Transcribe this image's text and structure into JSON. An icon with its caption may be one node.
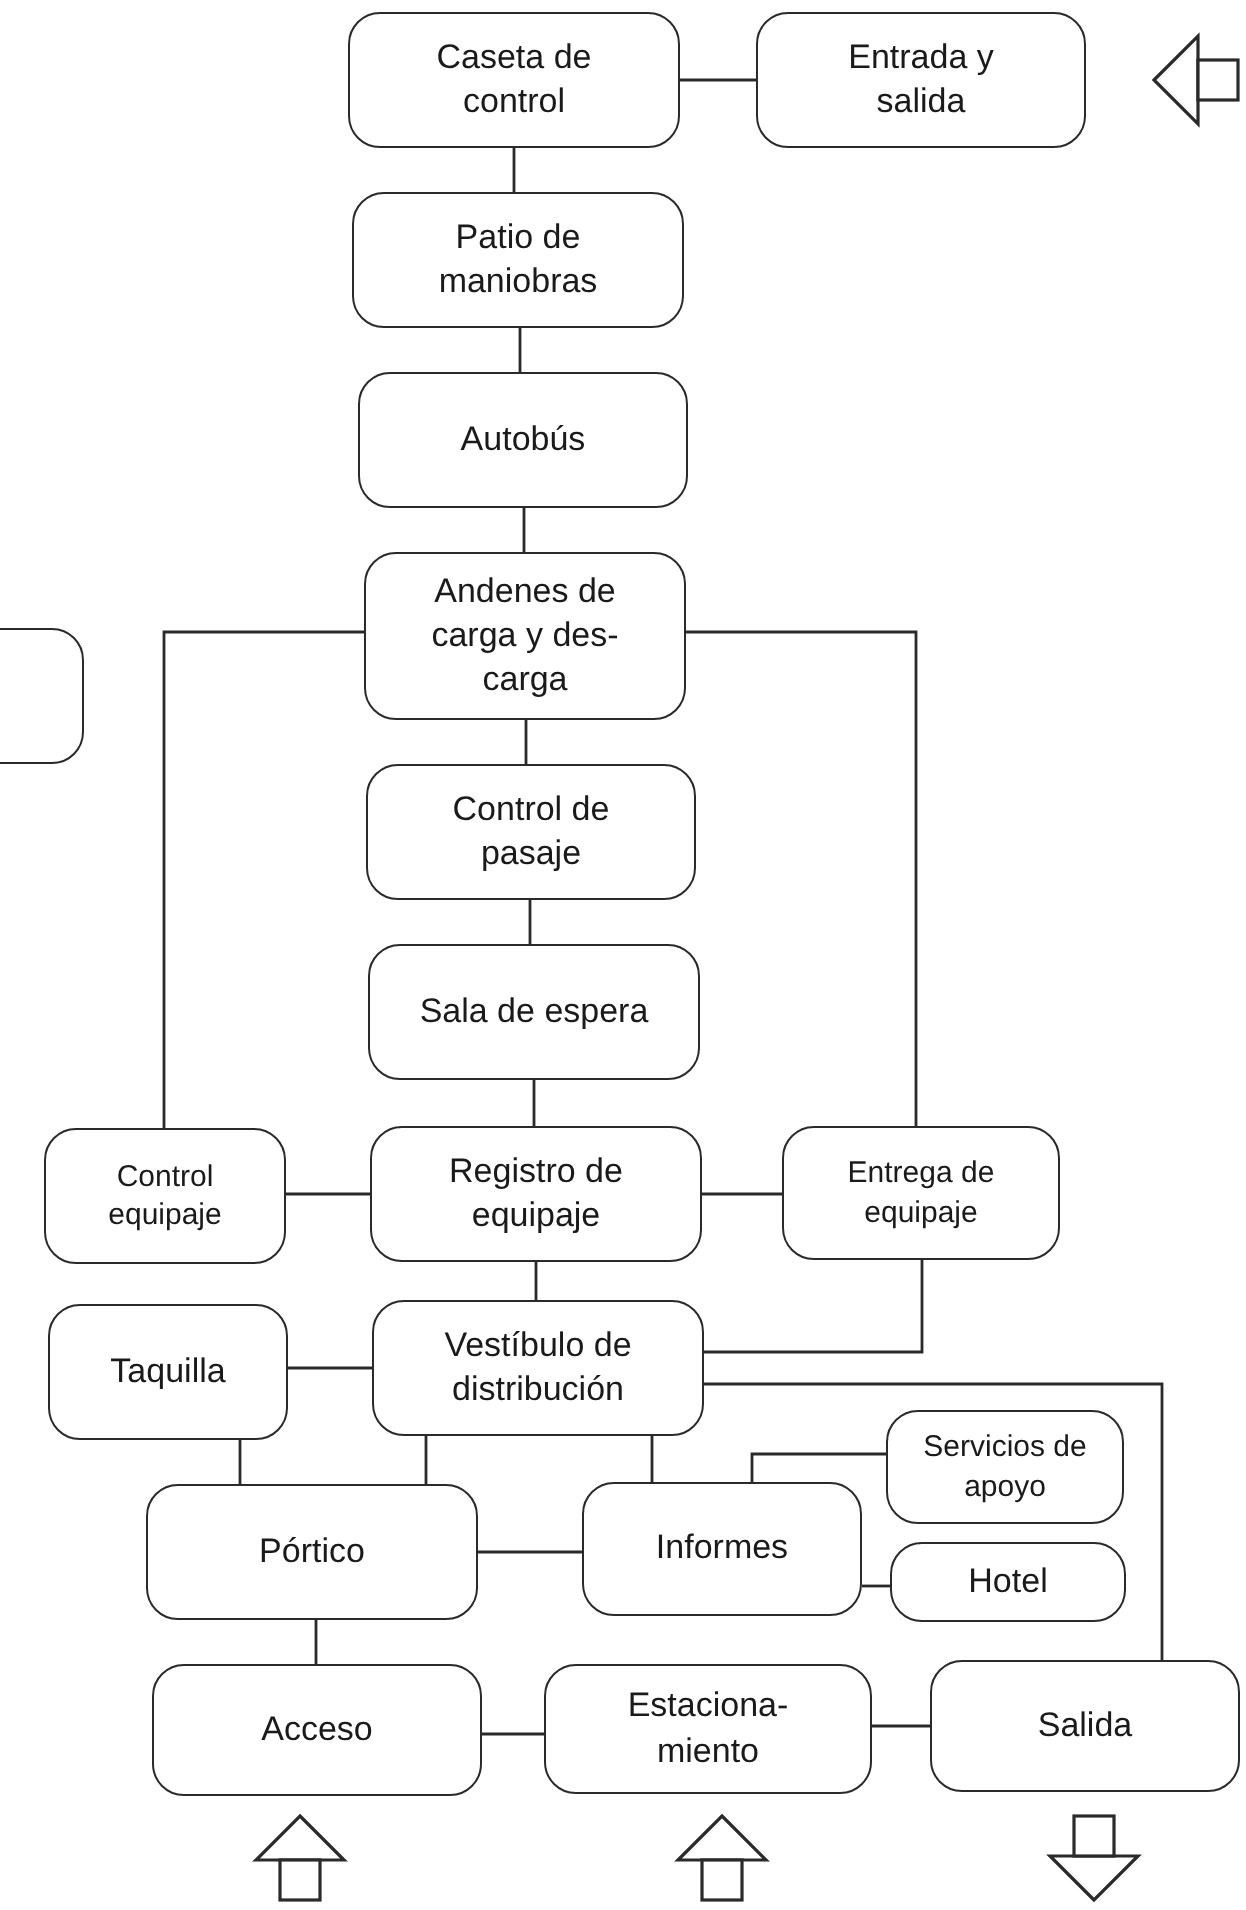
{
  "diagram": {
    "nodes": [
      {
        "text": [
          "Caseta de control"
        ]
      },
      {
        "text": [
          "Entrada y salida"
        ]
      },
      {
        "text": [
          "Patio de maniobras"
        ]
      },
      {
        "text": [
          "Autobús"
        ]
      },
      {
        "text": [
          "Andenes de carga y des- carga"
        ]
      },
      {
        "text": [
          "Control de pasaje"
        ]
      },
      {
        "text": [
          "Sala de espera"
        ]
      },
      {
        "text": [
          "Control equipaje"
        ]
      },
      {
        "text": [
          "Registro de equipaje"
        ]
      },
      {
        "text": [
          "Entrega de equipaje"
        ]
      },
      {
        "text": [
          "Taquilla"
        ]
      },
      {
        "text": [
          "Vestíbulo de distribución"
        ]
      },
      {
        "text": [
          "Servicios de apoyo"
        ]
      },
      {
        "text": [
          "Pórtico"
        ]
      },
      {
        "text": [
          "Informes"
        ]
      },
      {
        "text": [
          "Hotel"
        ]
      },
      {
        "text": [
          "Acceso"
        ]
      },
      {
        "text": [
          "Estaciona- miento"
        ]
      },
      {
        "text": [
          "Salida"
        ]
      },
      {
        "text": [],
        "shape": "box"
      }
    ],
    "edges": [
      {
        "from": 0,
        "to": 1,
        "arrow": "none"
      },
      {
        "from": 0,
        "to": 2,
        "arrow": "none"
      },
      {
        "from": 2,
        "to": 3,
        "arrow": "none"
      },
      {
        "from": 3,
        "to": 4,
        "arrow": "none"
      },
      {
        "from": 4,
        "to": 7,
        "arrow": "none"
      },
      {
        "from": 4,
        "to": 9,
        "arrow": "none"
      },
      {
        "from": 4,
        "to": 5,
        "arrow": "none"
      },
      {
        "from": 5,
        "to": 6,
        "arrow": "none"
      },
      {
        "from": 6,
        "to": 8,
        "arrow": "none"
      },
      {
        "from": 7,
        "to": 8,
        "arrow": "none"
      },
      {
        "from": 8,
        "to": 9,
        "arrow": "none"
      },
      {
        "from": 8,
        "to": 11,
        "arrow": "none"
      },
      {
        "from": 9,
        "to": 11,
        "arrow": "none"
      },
      {
        "from": 11,
        "to": 18,
        "arrow": "none"
      },
      {
        "from": 10,
        "to": 11,
        "arrow": "none"
      },
      {
        "from": 10,
        "to": 13,
        "arrow": "none"
      },
      {
        "from": 11,
        "to": 13,
        "arrow": "none"
      },
      {
        "from": 11,
        "to": 14,
        "arrow": "none"
      },
      {
        "from": 14,
        "to": 12,
        "arrow": "none"
      },
      {
        "from": 14,
        "to": 15,
        "arrow": "none"
      },
      {
        "from": 13,
        "to": 14,
        "arrow": "none"
      },
      {
        "from": 13,
        "to": 16,
        "arrow": "none"
      },
      {
        "from": 16,
        "to": 17,
        "arrow": "none"
      },
      {
        "from": 17,
        "to": 18,
        "arrow": "none"
      }
    ]
  }
}
